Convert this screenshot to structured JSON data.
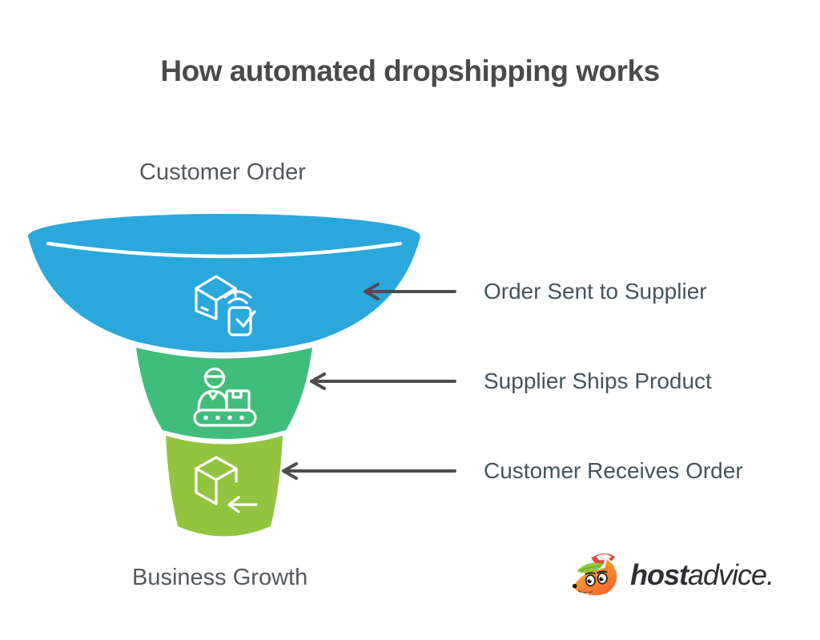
{
  "title": "How automated dropshipping works",
  "funnel": {
    "top_label": "Customer Order",
    "bottom_label": "Business Growth",
    "stages": [
      {
        "label": "Order Sent to Supplier",
        "color": "#2AA7DB",
        "icon": "order-sent-icon"
      },
      {
        "label": "Supplier Ships Product",
        "color": "#41BD7B",
        "icon": "supplier-ships-icon"
      },
      {
        "label": "Customer Receives Order",
        "color": "#93C440",
        "icon": "customer-receives-icon"
      }
    ]
  },
  "logo": {
    "brand_bold": "host",
    "brand_regular": "advice.",
    "mascot": "fox-mascot"
  },
  "colors": {
    "title": "#4A4A4A",
    "stage_labels": "#46535B",
    "funnel_labels": "#54585C",
    "arrow": "#4D4D4D",
    "background": "#FFFFFF"
  }
}
